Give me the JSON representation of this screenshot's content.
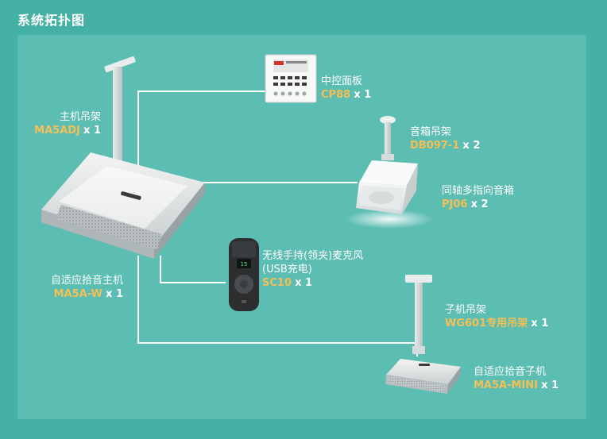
{
  "page": {
    "title": "系统拓扑图"
  },
  "devices": {
    "main_bracket": {
      "name": "主机吊架",
      "model": "MA5ADJ",
      "qty": "x 1"
    },
    "main_unit": {
      "name": "自适应拾音主机",
      "model": "MA5A-W",
      "qty": "x 1"
    },
    "control_panel": {
      "name": "中控面板",
      "model": "CP88",
      "qty": "x 1"
    },
    "speaker_bracket": {
      "name": "音箱吊架",
      "model": "DB097-1",
      "qty": "x 2"
    },
    "speaker": {
      "name": "同轴多指向音箱",
      "model": "PJ06",
      "qty": "x 2"
    },
    "mic": {
      "name_line1": "无线手持(领夹)麦克风",
      "name_line2": "(USB充电)",
      "model": "SC10",
      "qty": "x 1"
    },
    "sub_bracket": {
      "name": "子机吊架",
      "model": "WG601专用吊架",
      "qty": "x 1"
    },
    "sub_unit": {
      "name": "自适应拾音子机",
      "model": "MA5A-MINI",
      "qty": "x 1"
    }
  },
  "mic_display": {
    "level": "15"
  },
  "colors": {
    "background": "#45b1a4",
    "panel": "#5cbdb2",
    "line": "#ffffff",
    "model_text": "#f4c056"
  },
  "icons": {
    "main_unit": "ceiling-array-mic-icon",
    "control_panel": "control-panel-icon",
    "speaker": "ceiling-speaker-icon",
    "mic": "wireless-mic-icon",
    "sub_unit": "sub-array-mic-icon"
  }
}
